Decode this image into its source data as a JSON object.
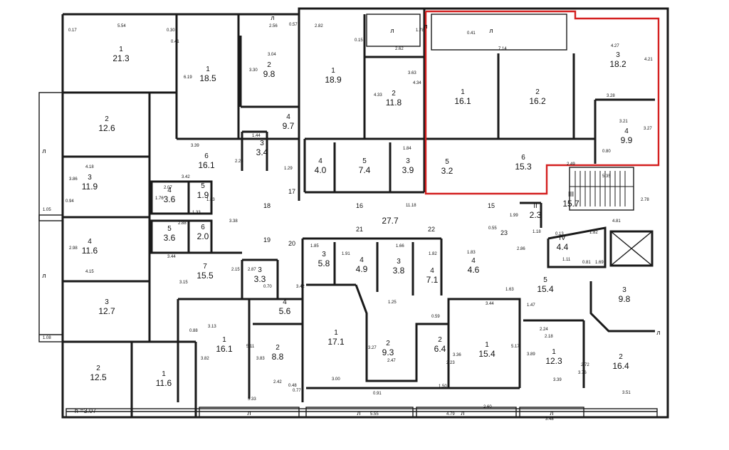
{
  "height_note": "h =3.07",
  "highlight_color": "#d42020",
  "rooms": [
    {
      "n": "1",
      "a": "21.3"
    },
    {
      "n": "1",
      "a": "18.5"
    },
    {
      "n": "2",
      "a": "9.8"
    },
    {
      "n": "1",
      "a": "18.9"
    },
    {
      "n": "2",
      "a": "11.8"
    },
    {
      "n": "1",
      "a": "16.1"
    },
    {
      "n": "2",
      "a": "16.2"
    },
    {
      "n": "3",
      "a": "18.2"
    },
    {
      "n": "4",
      "a": "9.9"
    },
    {
      "n": "2",
      "a": "12.6"
    },
    {
      "n": "3",
      "a": "11.9"
    },
    {
      "n": "6",
      "a": "16.1"
    },
    {
      "n": "4",
      "a": "9.7"
    },
    {
      "n": "3",
      "a": "3.4"
    },
    {
      "n": "4",
      "a": "4.0"
    },
    {
      "n": "5",
      "a": "7.4"
    },
    {
      "n": "3",
      "a": "3.9"
    },
    {
      "n": "5",
      "a": "3.2"
    },
    {
      "n": "6",
      "a": "15.3"
    },
    {
      "n": "4",
      "a": "3.6"
    },
    {
      "n": "5",
      "a": "1.9"
    },
    {
      "n": "5",
      "a": "3.6"
    },
    {
      "n": "6",
      "a": "2.0"
    },
    {
      "n": "",
      "a": "27.7"
    },
    {
      "n": "II",
      "a": "2.3"
    },
    {
      "n": "III",
      "a": "15.7"
    },
    {
      "n": "IV",
      "a": "4.4"
    },
    {
      "n": "4",
      "a": "11.6"
    },
    {
      "n": "7",
      "a": "15.5"
    },
    {
      "n": "3",
      "a": "3.3"
    },
    {
      "n": "4",
      "a": "5.6"
    },
    {
      "n": "3",
      "a": "12.7"
    },
    {
      "n": "3",
      "a": "5.8"
    },
    {
      "n": "4",
      "a": "4.9"
    },
    {
      "n": "3",
      "a": "3.8"
    },
    {
      "n": "4",
      "a": "7.1"
    },
    {
      "n": "4",
      "a": "4.6"
    },
    {
      "n": "5",
      "a": "15.4"
    },
    {
      "n": "3",
      "a": "9.8"
    },
    {
      "n": "1",
      "a": "16.1"
    },
    {
      "n": "2",
      "a": "8.8"
    },
    {
      "n": "1",
      "a": "17.1"
    },
    {
      "n": "2",
      "a": "9.3"
    },
    {
      "n": "2",
      "a": "6.4"
    },
    {
      "n": "1",
      "a": "15.4"
    },
    {
      "n": "1",
      "a": "12.3"
    },
    {
      "n": "2",
      "a": "16.4"
    },
    {
      "n": "2",
      "a": "12.5"
    },
    {
      "n": "1",
      "a": "11.6"
    }
  ],
  "balconies": [
    "л",
    "л",
    "л",
    "л",
    "л",
    "л",
    "л",
    "л",
    "л",
    "л",
    "л"
  ],
  "corridor_tags": [
    "15",
    "16",
    "17",
    "18",
    "19",
    "20",
    "21",
    "22",
    "23"
  ],
  "dims": [
    "5.54",
    "0.17",
    "0.30",
    "0.41",
    "2.56",
    "0.57",
    "3.04",
    "2.82",
    "0.15",
    "1.78",
    "2.62",
    "7.14",
    "0.41",
    "4.27",
    "4.21",
    "4.33",
    "3.63",
    "6.19",
    "3.30",
    "4.34",
    "3.28",
    "3.21",
    "3.27",
    "0.80",
    "3.39",
    "3.42",
    "4.18",
    "3.86",
    "1.44",
    "2.24",
    "1.29",
    "1.84",
    "2.49",
    "5.35",
    "2.07",
    "1.76",
    "1.33",
    "1.83",
    "11.18",
    "1.99",
    "2.78",
    "4.81",
    "2.88",
    "3.38",
    "3.44",
    "4.15",
    "2.98",
    "1.85",
    "1.91",
    "1.66",
    "1.82",
    "1.83",
    "2.86",
    "1.63",
    "1.47",
    "2.24",
    "2.18",
    "3.15",
    "2.15",
    "2.87",
    "0.70",
    "3.42",
    "3.13",
    "5.11",
    "3.83",
    "2.42",
    "3.82",
    "3.00",
    "1.25",
    "3.27",
    "2.47",
    "3.44",
    "5.17",
    "3.89",
    "3.39",
    "3.76",
    "3.51",
    "5.33",
    "5.55",
    "4.79",
    "2.60",
    "3.48",
    "1.05",
    "1.08",
    "0.88",
    "1.18",
    "2.72",
    "0.81",
    "0.13",
    "1.69",
    "1.11",
    "1.82",
    "0.94",
    "0.59",
    "0.91",
    "1.50",
    "0.55",
    "3.36",
    "2.23",
    "0.48",
    "0.77"
  ]
}
